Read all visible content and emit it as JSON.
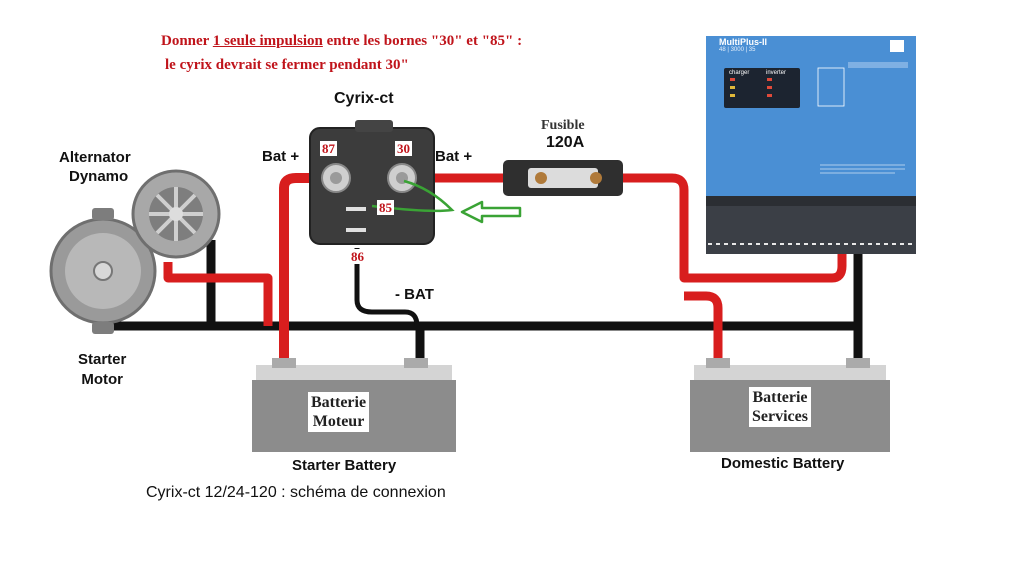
{
  "instruction": {
    "line1_pre": "Donner ",
    "line1_underlined": "1 seule impulsion",
    "line1_post": " entre les bornes \"30\" et \"85\" :",
    "line2": "le cyrix devrait se fermer pendant 30\""
  },
  "relay": {
    "title": "Cyrix-ct",
    "terminal_87": "87",
    "terminal_30": "30",
    "terminal_85": "85",
    "terminal_86": "86",
    "bat_plus_left": "Bat +",
    "bat_plus_right": "Bat +",
    "bat_minus": "- BAT"
  },
  "fuse": {
    "label": "Fusible",
    "rating": "120A"
  },
  "alternator": {
    "label_line1": "Alternator",
    "label_line2": "Dynamo"
  },
  "starter": {
    "label_line1": "Starter",
    "label_line2": "Motor"
  },
  "battery_left": {
    "label_line1": "Batterie",
    "label_line2": "Moteur",
    "caption": "Starter Battery"
  },
  "battery_right": {
    "label_line1": "Batterie",
    "label_line2": "Services",
    "caption": "Domestic Battery"
  },
  "inverter": {
    "model": "MultiPlus-II",
    "subtitle": "48 | 3000 | 35",
    "panel_charger": "charger",
    "panel_inverter": "inverter"
  },
  "caption": "Cyrix-ct 12/24-120 : schéma de connexion",
  "colors": {
    "positive_wire": "#d81e1e",
    "negative_wire": "#111111",
    "annotation": "#c0141b",
    "arrow": "#3aa335",
    "inverter_blue": "#4a8fd4",
    "relay_body": "#3c3c3c",
    "battery_body": "#8c8c8c"
  }
}
